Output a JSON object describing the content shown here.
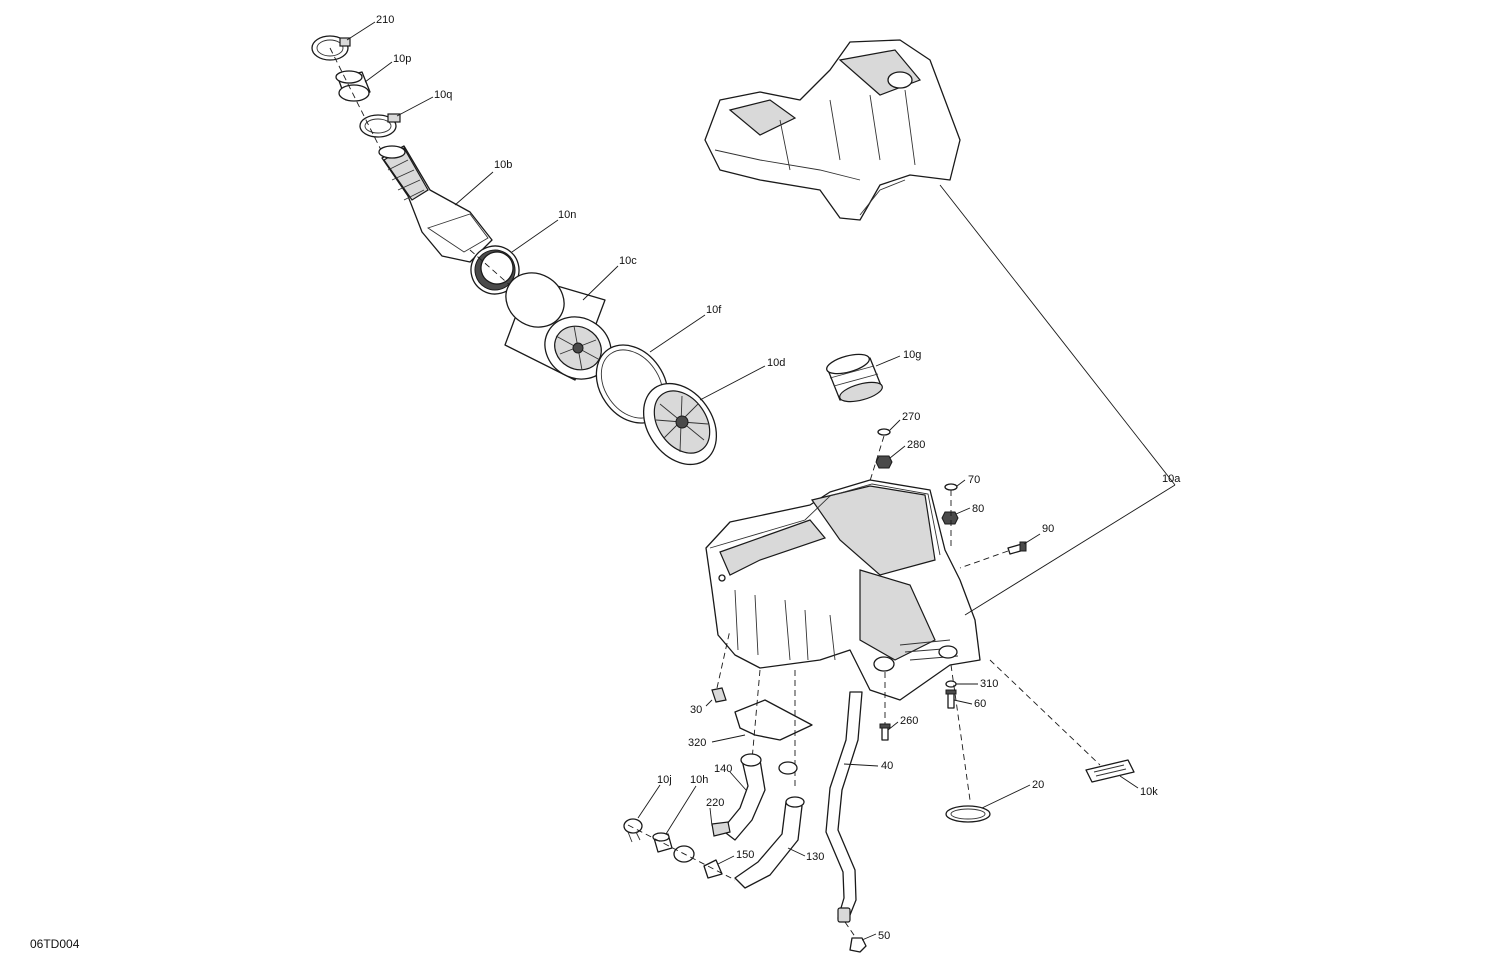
{
  "diagram_code": "06TD004",
  "callouts": {
    "c210": "210",
    "c10p": "10p",
    "c10q": "10q",
    "c10b": "10b",
    "c10n": "10n",
    "c10c": "10c",
    "c10f": "10f",
    "c10d": "10d",
    "c10g": "10g",
    "c270": "270",
    "c280": "280",
    "c10a": "10a",
    "c70": "70",
    "c80": "80",
    "c90": "90",
    "c310": "310",
    "c60": "60",
    "c30": "30",
    "c260": "260",
    "c320": "320",
    "c40": "40",
    "c140": "140",
    "c10j": "10j",
    "c10h": "10h",
    "c220": "220",
    "c20": "20",
    "c10k": "10k",
    "c150": "150",
    "c130": "130",
    "c50": "50"
  },
  "colors": {
    "line": "#1a1a1a",
    "shade": "#d9d9d9",
    "background": "#ffffff"
  }
}
